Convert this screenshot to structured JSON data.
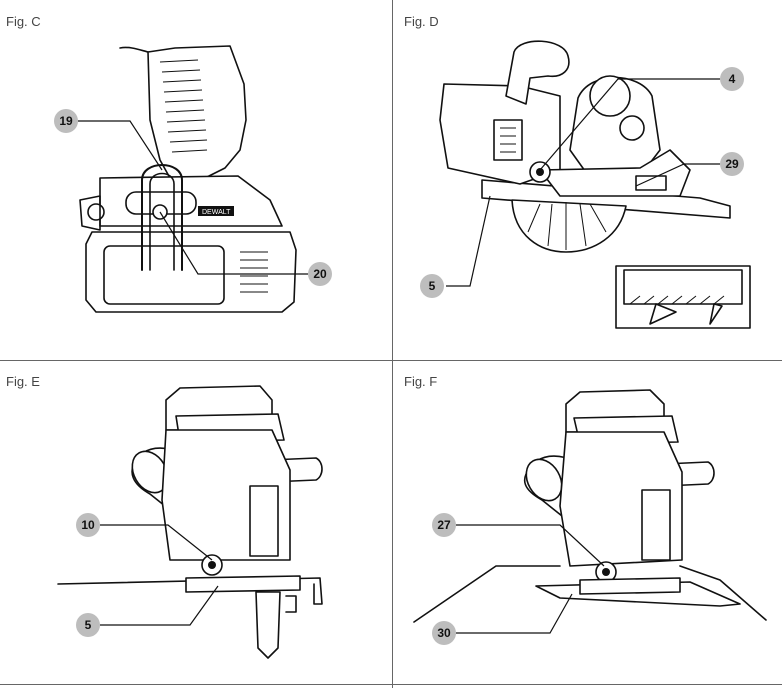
{
  "figures": [
    {
      "label": "Fig. C",
      "callouts": [
        "19",
        "20"
      ]
    },
    {
      "label": "Fig. D",
      "callouts": [
        "4",
        "29",
        "5"
      ]
    },
    {
      "label": "Fig. E",
      "callouts": [
        "10",
        "5"
      ]
    },
    {
      "label": "Fig. F",
      "callouts": [
        "27",
        "30"
      ]
    }
  ],
  "brand_text": "DEWALT"
}
